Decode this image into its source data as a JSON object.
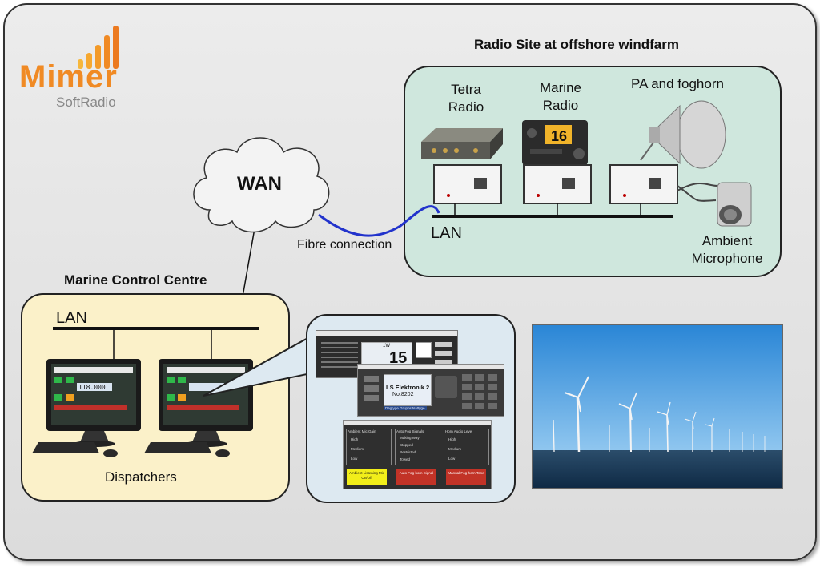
{
  "brand": {
    "name": "Mimer",
    "sub": "SoftRadio"
  },
  "radio_site": {
    "title": "Radio Site at offshore windfarm",
    "devices": [
      {
        "label_line1": "Tetra",
        "label_line2": "Radio"
      },
      {
        "label_line1": "Marine",
        "label_line2": "Radio"
      },
      {
        "label_line1": "PA and foghorn",
        "label_line2": ""
      }
    ],
    "lan_label": "LAN",
    "mic_label_line1": "Ambient",
    "mic_label_line2": "Microphone",
    "marine_radio_channel": "16"
  },
  "wan": {
    "label": "WAN"
  },
  "fibre": {
    "label": "Fibre connection"
  },
  "control_centre": {
    "title": "Marine Control Centre",
    "lan_label": "LAN",
    "dispatchers_label": "Dispatchers",
    "screen_freq": "118.000"
  },
  "screenshots": {
    "channel_prefix": "1W",
    "channel_number": "15",
    "tetra_line1": "LS Elektronik 2",
    "tetra_line2": "No:8202",
    "tetra_footer": "Dagtyge  Grupps  Nattyge",
    "fog": {
      "col1_title": "Ambient Mic Gain",
      "col1_items": [
        "High",
        "Medium",
        "Low"
      ],
      "col2_title": "Auto Fog Signals",
      "col2_items": [
        "Making Way",
        "Stopped",
        "Restricted",
        "Towed"
      ],
      "col3_title": "Horn Audio Level",
      "col3_items": [
        "High",
        "Medium",
        "Low"
      ],
      "btn1": "Ambient Listening Mic On/Off",
      "btn2": "Auto Fog-horn Signal",
      "btn3": "Manual Fog-horn Tone"
    }
  },
  "colors": {
    "radio_site_bg": "#cfe7dd",
    "control_centre_bg": "#fbf1c9",
    "screenshots_bg": "#dde9f1",
    "brand_orange": "#f08a24",
    "fibre_blue": "#2233cc"
  }
}
